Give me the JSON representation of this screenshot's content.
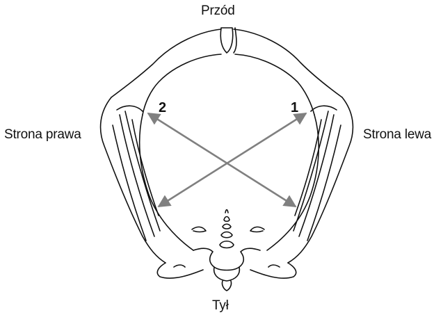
{
  "labels": {
    "front": "Przód",
    "back": "Tył",
    "right_side": "Strona prawa",
    "left_side": "Strona lewa"
  },
  "diameters": [
    {
      "number": "1"
    },
    {
      "number": "2"
    }
  ],
  "colors": {
    "bone_outline": "#111111",
    "arrow": "#808080",
    "background": "#ffffff"
  }
}
